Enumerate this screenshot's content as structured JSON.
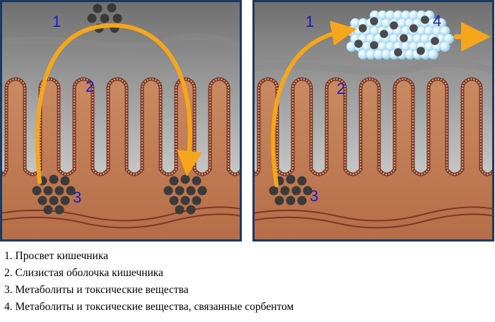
{
  "labels": {
    "lumen": "1",
    "mucosa": "2",
    "metabolites": "3",
    "bound": "4"
  },
  "legend": [
    "1. Просвет кишечника",
    "2. Слизистая оболочка кишечника",
    "3. Метаболиты и токсические вещества",
    "4. Метаболиты и токсические вещества, связанные сорбентом"
  ],
  "colors": {
    "frame": "#1b3a5e",
    "lumen_top": "#777777",
    "lumen_bottom": "#bdbdbd",
    "tissue": "#c07a52",
    "villus_border": "#7a3828",
    "arrow": "#f5a61a",
    "particle": "#3a3a3a",
    "sorbent": "#bfe3f5",
    "label": "#1a1acc"
  }
}
